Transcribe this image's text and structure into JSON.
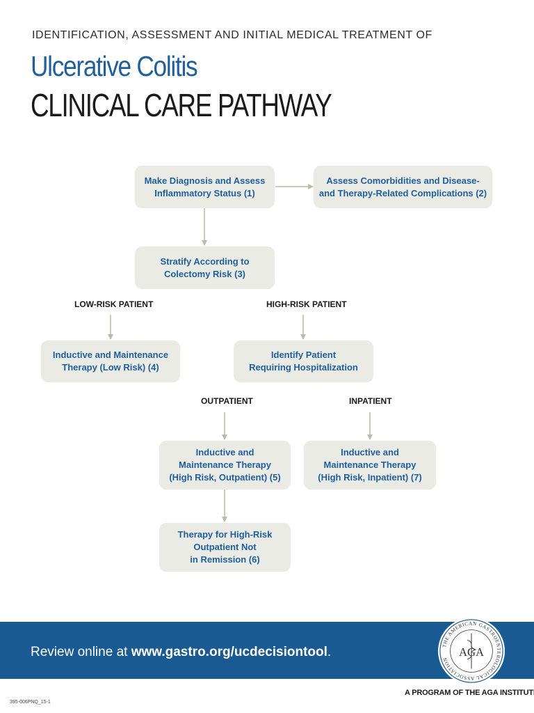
{
  "header": {
    "kicker": "IDENTIFICATION, ASSESSMENT AND INITIAL MEDICAL TREATMENT OF",
    "title": "Ulcerative Colitis",
    "subtitle": "CLINICAL CARE PATHWAY"
  },
  "flow": {
    "box1": [
      "Make Diagnosis and Assess",
      "Inflammatory Status (1)"
    ],
    "box2": [
      "Assess Comorbidities and Disease-",
      "and Therapy-Related Complications (2)"
    ],
    "box3": [
      "Stratify According to",
      "Colectomy Risk (3)"
    ],
    "box4": [
      "Inductive and Maintenance",
      "Therapy (Low Risk) (4)"
    ],
    "box_hosp": [
      "Identify Patient",
      "Requiring Hospitalization"
    ],
    "box5": [
      "Inductive and",
      "Maintenance Therapy",
      "(High Risk, Outpatient) (5)"
    ],
    "box7": [
      "Inductive and",
      "Maintenance Therapy",
      "(High Risk, Inpatient) (7)"
    ],
    "box6": [
      "Therapy for High-Risk",
      "Outpatient Not",
      "in Remission (6)"
    ],
    "labels": {
      "low_risk": "LOW-RISK PATIENT",
      "high_risk": "HIGH-RISK PATIENT",
      "outpatient": "OUTPATIENT",
      "inpatient": "INPATIENT"
    }
  },
  "footer": {
    "review_prefix": "Review online at ",
    "review_link": "www.gastro.org/ucdecisiontool",
    "review_suffix": ".",
    "program": "A PROGRAM OF THE AGA INSTITUTE",
    "code": "395-006PNQ_15-1",
    "seal_text": "THE AMERICAN GASTROENTEROLOGICAL ASSOCIATION",
    "seal_letters": "AGA"
  },
  "colors": {
    "brand_blue": "#1a5a92",
    "box_fill": "#ebebe5",
    "box_text": "#1f5f9b",
    "connector": "#b9baa8"
  }
}
